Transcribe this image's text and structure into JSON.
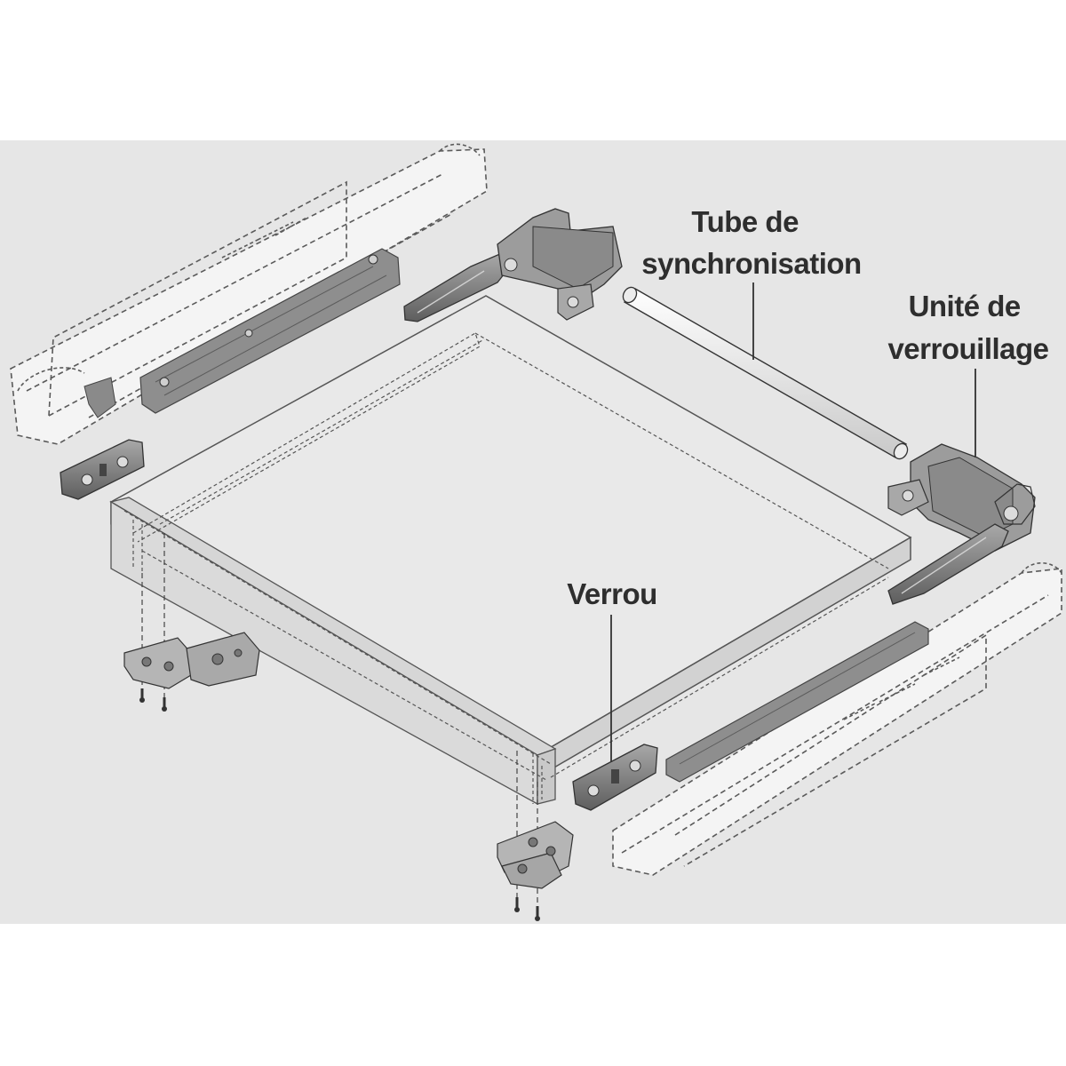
{
  "diagram": {
    "background_color": "#e6e6e6",
    "outer_color": "#ffffff",
    "part_color": "#7a7a7a",
    "line_color": "#3a3a3a",
    "labels": {
      "sync_tube": [
        "Tube de",
        "synchronisation"
      ],
      "locking_unit": [
        "Unité de",
        "verrouillage"
      ],
      "latch": "Verrou"
    }
  }
}
